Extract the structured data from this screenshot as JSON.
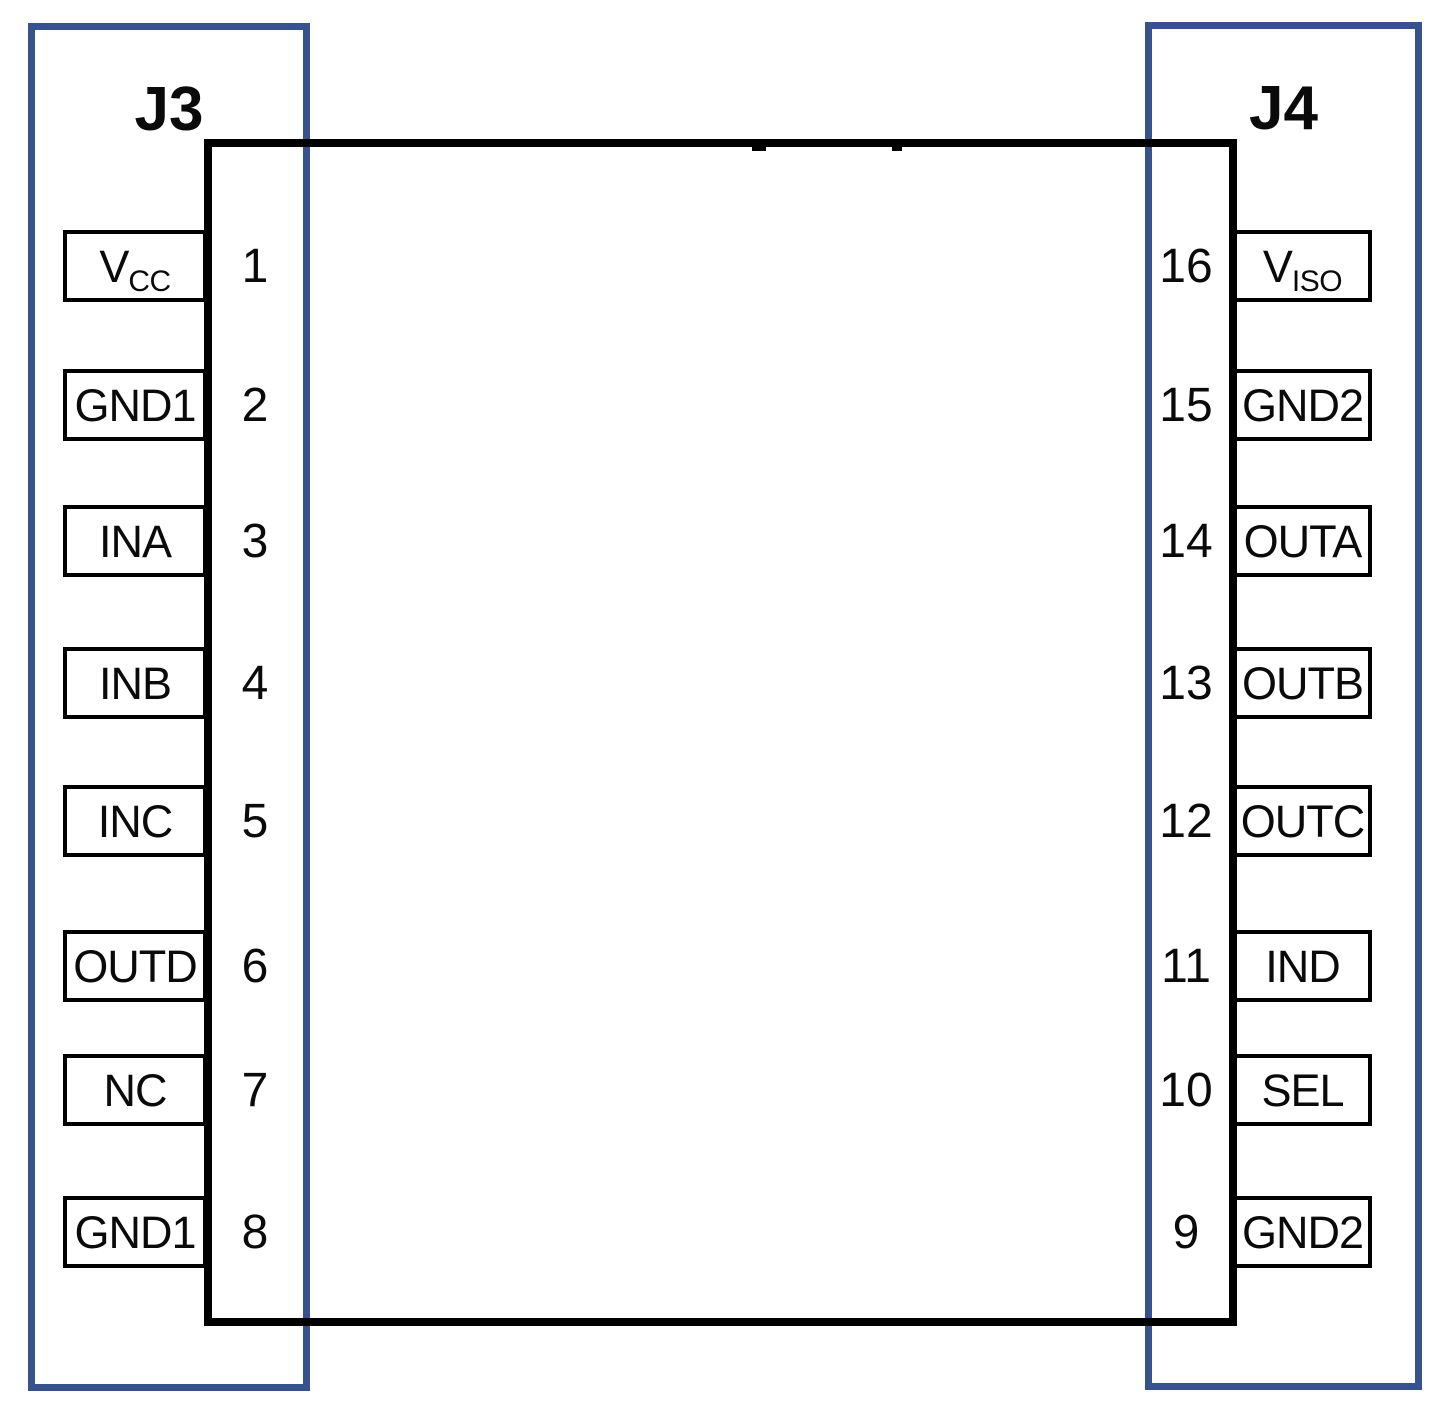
{
  "connectors": {
    "j3": {
      "label": "J3"
    },
    "j4": {
      "label": "J4"
    }
  },
  "ic": {
    "pin_count": 16
  },
  "pins": {
    "left": [
      {
        "number": "1",
        "label": "V",
        "sub": "CC"
      },
      {
        "number": "2",
        "label": "GND1"
      },
      {
        "number": "3",
        "label": "INA"
      },
      {
        "number": "4",
        "label": "INB"
      },
      {
        "number": "5",
        "label": "INC"
      },
      {
        "number": "6",
        "label": "OUTD"
      },
      {
        "number": "7",
        "label": "NC"
      },
      {
        "number": "8",
        "label": "GND1"
      }
    ],
    "right": [
      {
        "number": "16",
        "label": "V",
        "sub": "ISO"
      },
      {
        "number": "15",
        "label": "GND2"
      },
      {
        "number": "14",
        "label": "OUTA"
      },
      {
        "number": "13",
        "label": "OUTB"
      },
      {
        "number": "12",
        "label": "OUTC"
      },
      {
        "number": "11",
        "label": "IND"
      },
      {
        "number": "10",
        "label": "SEL"
      },
      {
        "number": "9",
        "label": "GND2"
      }
    ]
  },
  "colors": {
    "connector_outline": "#37528c",
    "line": "#000000"
  }
}
